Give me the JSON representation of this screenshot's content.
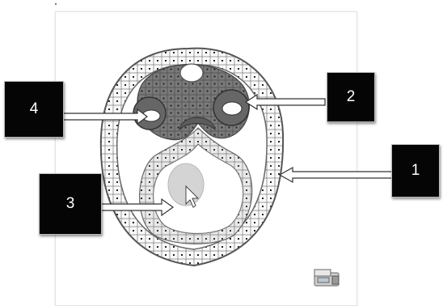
{
  "labels": [
    {
      "id": "1",
      "text": "1"
    },
    {
      "id": "2",
      "text": "2"
    },
    {
      "id": "3",
      "text": "3"
    },
    {
      "id": "4",
      "text": "4"
    }
  ],
  "colors": {
    "label_bg": "#050505",
    "label_text": "#ffffff",
    "cell_outline": "#6a6a6a",
    "dark_cells": "#707070",
    "cavity": "#ffffff",
    "highlight": "#d4d4d4"
  },
  "icons": [
    "arrow-icon",
    "cursor-icon",
    "projector-icon"
  ]
}
